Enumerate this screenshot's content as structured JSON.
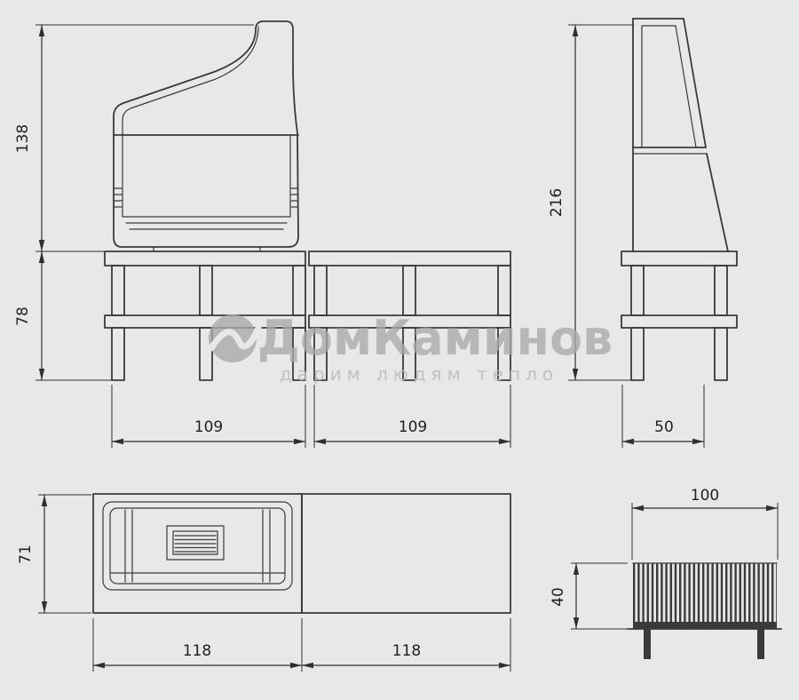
{
  "watermark": {
    "brand": "ДомКаминов",
    "tagline": "дарим людям тепло"
  },
  "dims": {
    "front": {
      "upper_height": "138",
      "lower_height": "78",
      "left_width": "109",
      "right_width": "109"
    },
    "side": {
      "height": "216",
      "depth": "50"
    },
    "plan": {
      "depth": "71",
      "left_width": "118",
      "right_width": "118"
    },
    "grille": {
      "width": "100",
      "height": "40"
    }
  },
  "colors": {
    "background": "#e8e8e8",
    "line": "#3a3a3a",
    "watermark": "#a9a9a9"
  }
}
